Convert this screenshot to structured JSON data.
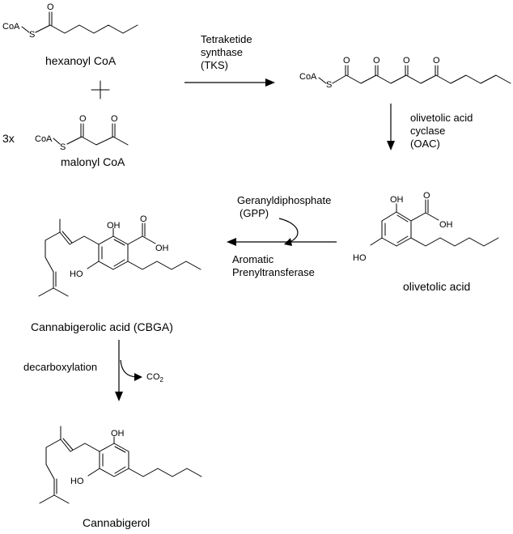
{
  "compounds": {
    "hexanoyl_coa": {
      "name": "hexanoyl CoA",
      "coa": "CoA",
      "s": "S",
      "o": "O"
    },
    "plus": "+",
    "multiplier": "3x",
    "malonyl_coa": {
      "name": "malonyl CoA",
      "coa": "CoA",
      "s": "S",
      "o1": "O",
      "o2": "O"
    },
    "tetraketide": {
      "coa": "CoA",
      "s": "S",
      "o1": "O",
      "o2": "O",
      "o3": "O",
      "o4": "O"
    },
    "olivetolic_acid": {
      "name": "olivetolic acid",
      "oh1": "OH",
      "o": "O",
      "oh2": "OH",
      "ho": "HO"
    },
    "cbga": {
      "name": "Cannabigerolic acid (CBGA)",
      "oh1": "OH",
      "o": "O",
      "oh2": "OH",
      "ho": "HO"
    },
    "cannabigerol": {
      "name": "Cannabigerol",
      "oh": "OH",
      "ho": "HO"
    }
  },
  "steps": {
    "tks": {
      "line1": "Tetraketide",
      "line2": "synthase",
      "line3": "(TKS)"
    },
    "oac": {
      "line1": "olivetolic acid",
      "line2": "cyclase",
      "line3": "(OAC)"
    },
    "gpp": {
      "line1": "Geranyldiphosphate",
      "line2": "(GPP)"
    },
    "prenyl": {
      "line1": "Aromatic",
      "line2": "Prenyltransferase"
    },
    "decarb": {
      "label": "decarboxylation",
      "co2": "CO",
      "co2_sub": "2"
    }
  }
}
